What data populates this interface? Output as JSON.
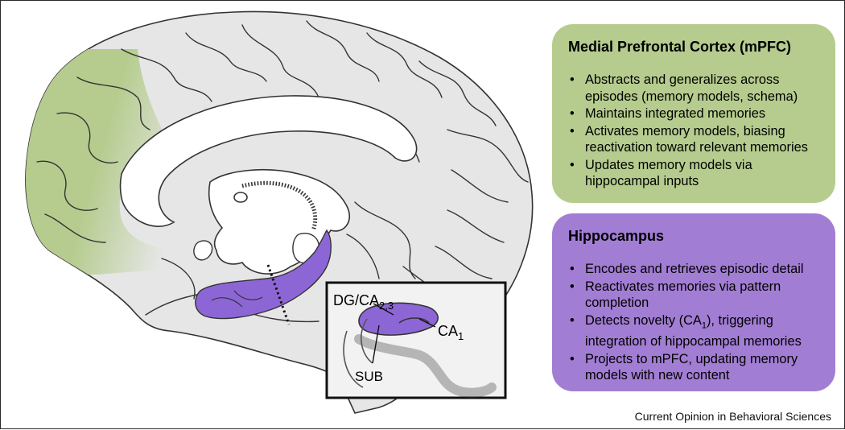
{
  "mpfc": {
    "title": "Medial Prefrontal Cortex (mPFC)",
    "bullets": [
      {
        "text": "Abstracts and generalizes across episodes (memory models, schema)",
        "lines": [
          "Abstracts and generalizes across",
          "episodes (memory models, schema)"
        ]
      },
      {
        "text": "Maintains integrated memories",
        "lines": [
          "Maintains integrated memories"
        ]
      },
      {
        "text": "Activates memory models, biasing reactivation toward relevant memories",
        "lines": [
          "Activates memory models, biasing",
          "reactivation toward relevant memories"
        ]
      },
      {
        "text": "Updates memory models via hippocampal inputs",
        "lines": [
          "Updates memory models via",
          "hippocampal inputs"
        ]
      }
    ]
  },
  "hippocampus": {
    "title": "Hippocampus",
    "bullets": [
      {
        "text": "Encodes and retrieves episodic detail",
        "lines": [
          "Encodes and retrieves episodic detail"
        ]
      },
      {
        "text": "Reactivates memories via pattern completion",
        "lines": [
          "Reactivates memories via pattern",
          "completion"
        ]
      },
      {
        "text": "Detects novelty (CA1), triggering integration of hippocampal memories",
        "lines": [
          "Detects novelty (CA1), triggering",
          "integration of hippocampal memories"
        ]
      },
      {
        "text": "Projects to mPFC, updating memory models with new content",
        "lines": [
          "Projects to mPFC, updating memory",
          "models with new content"
        ]
      }
    ]
  },
  "inset": {
    "dg_ca_label": "DG/CA",
    "dg_ca_subscript": "2,3",
    "ca1_label": "CA",
    "ca1_subscript": "1",
    "sub_label": "SUB"
  },
  "credit": "Current Opinion in Behavioral Sciences",
  "colors": {
    "mpfc": "#b5cc8e",
    "hippocampus": "#a27dd4",
    "hippocampus_region": "#8d66d6",
    "brain_fill": "#e6e6e6",
    "outline": "#333333"
  }
}
